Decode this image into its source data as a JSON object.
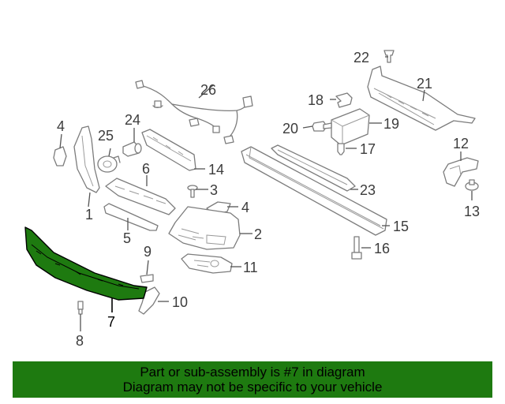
{
  "diagram": {
    "highlight_color": "#1e7a10",
    "highlighted_callout": "7",
    "callouts": [
      "1",
      "2",
      "3",
      "4",
      "4",
      "5",
      "6",
      "7",
      "8",
      "9",
      "10",
      "11",
      "12",
      "13",
      "14",
      "15",
      "16",
      "17",
      "19",
      "20",
      "21",
      "22",
      "23",
      "24",
      "25",
      "26",
      "18"
    ]
  },
  "banner": {
    "line1": "Part or sub-assembly is #7 in diagram",
    "line2": "Diagram may not be specific to your vehicle",
    "background": "#1e7a10"
  }
}
